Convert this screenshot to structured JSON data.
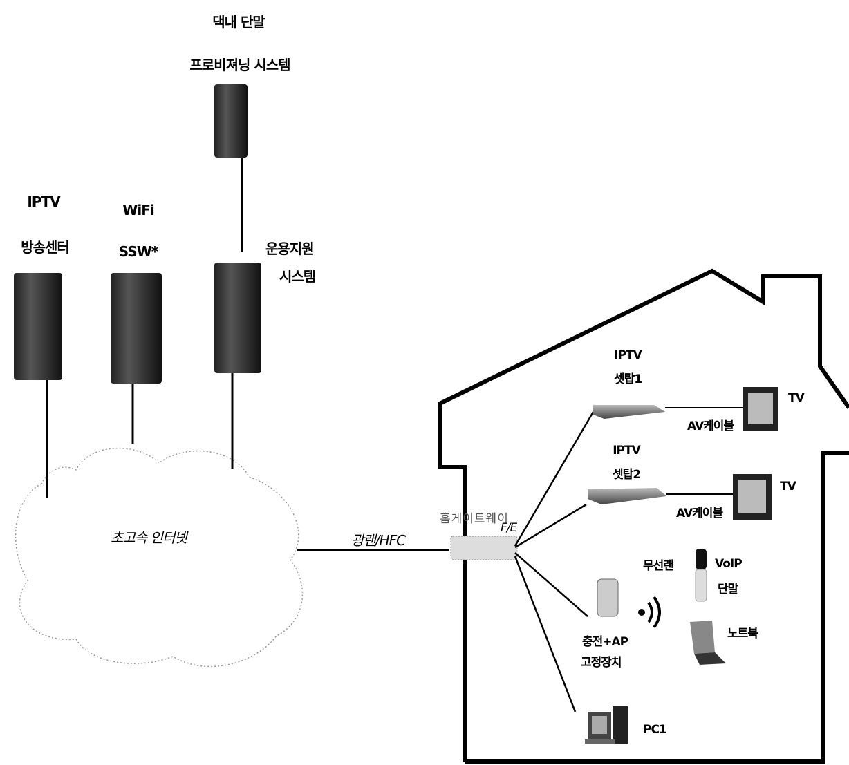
{
  "servers": {
    "provisioning": {
      "line1": "댁내 단말",
      "line2": "프로비져닝 시스템"
    },
    "iptv_center": {
      "line1": "IPTV",
      "line2": "방송센터"
    },
    "wifi_ssw": {
      "line1": "WiFi",
      "line2": "SSW*"
    },
    "ops_support": {
      "line1": "운용지원",
      "line2": "시스템"
    }
  },
  "cloud": {
    "label": "초고속 인터넷"
  },
  "link": {
    "label": "광랜/HFC"
  },
  "home": {
    "gateway_label": "홈게이트웨이",
    "fe_label": "F/E",
    "settop1": {
      "line1": "IPTV",
      "line2": "셋탑1"
    },
    "settop2": {
      "line1": "IPTV",
      "line2": "셋탑2"
    },
    "tv1_label": "TV",
    "tv2_label": "TV",
    "av_cable1": "AV케이블",
    "av_cable2": "AV케이블",
    "wireless_lan": "무선랜",
    "voip": {
      "line1": "VoIP",
      "line2": "단말"
    },
    "charger_ap": {
      "line1": "충전+AP",
      "line2": "고정장치"
    },
    "notebook": "노트북",
    "pc": "PC1"
  }
}
